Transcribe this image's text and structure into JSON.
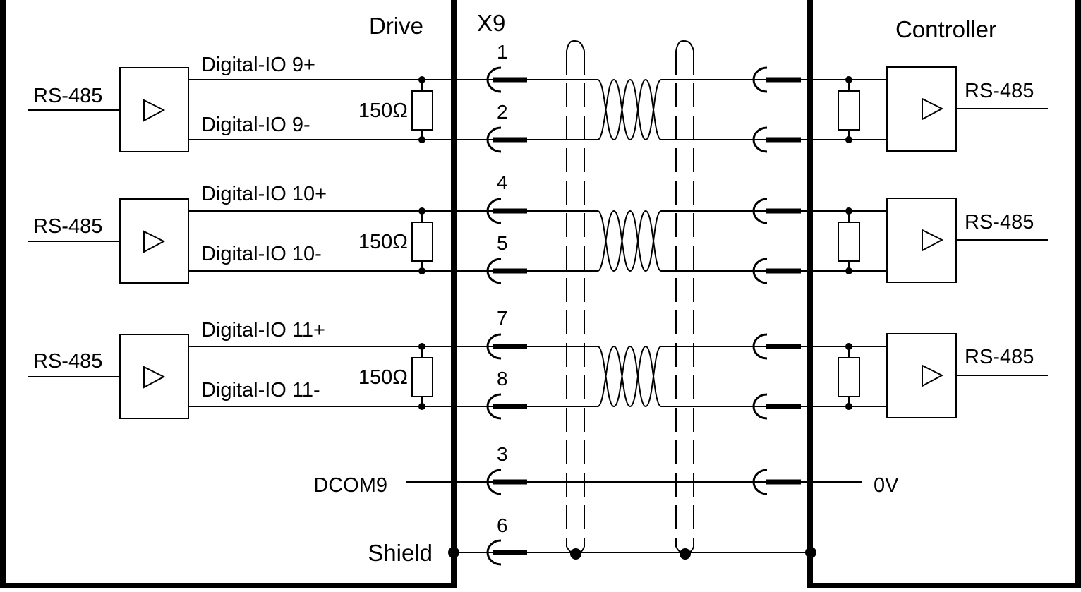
{
  "drive": {
    "title": "Drive"
  },
  "connector": {
    "name": "X9"
  },
  "controller": {
    "title": "Controller"
  },
  "channels": [
    {
      "io_plus": "Digital-IO 9+",
      "io_minus": "Digital-IO 9-",
      "resistor": "150Ω",
      "pin_plus": "1",
      "pin_minus": "2",
      "drive_bus": "RS-485",
      "controller_bus": "RS-485"
    },
    {
      "io_plus": "Digital-IO 10+",
      "io_minus": "Digital-IO 10-",
      "resistor": "150Ω",
      "pin_plus": "4",
      "pin_minus": "5",
      "drive_bus": "RS-485",
      "controller_bus": "RS-485"
    },
    {
      "io_plus": "Digital-IO 11+",
      "io_minus": "Digital-IO 11-",
      "resistor": "150Ω",
      "pin_plus": "7",
      "pin_minus": "8",
      "drive_bus": "RS-485",
      "controller_bus": "RS-485"
    }
  ],
  "dcom": {
    "label": "DCOM9",
    "pin": "3",
    "controller_label": "0V"
  },
  "shield": {
    "label": "Shield",
    "pin": "6"
  }
}
